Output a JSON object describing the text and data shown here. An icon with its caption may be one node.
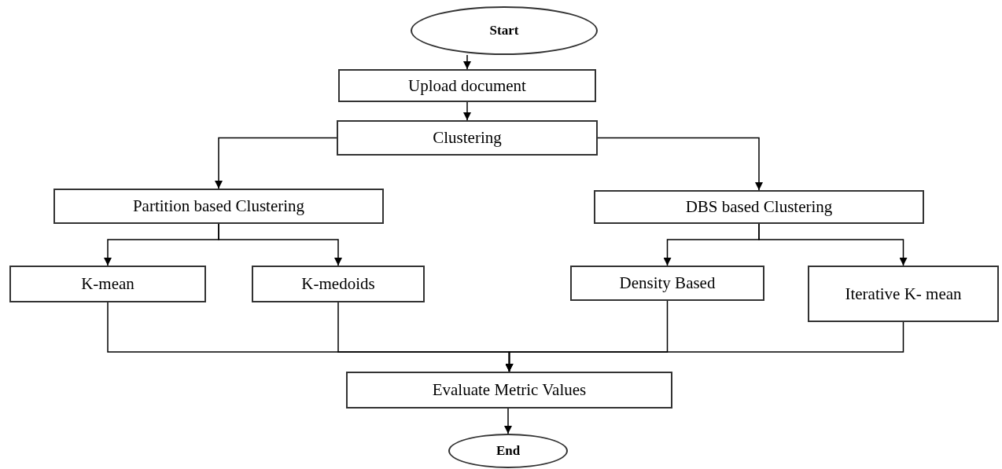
{
  "diagram": {
    "nodes": [
      {
        "text": [
          "Start"
        ]
      },
      {
        "text": [
          "Upload document"
        ]
      },
      {
        "text": [
          "Clustering"
        ]
      },
      {
        "text": [
          "Partition based Clustering"
        ]
      },
      {
        "text": [
          "DBS based Clustering"
        ]
      },
      {
        "text": [
          "K-mean"
        ]
      },
      {
        "text": [
          "K-medoids"
        ]
      },
      {
        "text": [
          "Density Based"
        ]
      },
      {
        "text": [
          "Iterative K- mean"
        ]
      },
      {
        "text": [
          "Evaluate Metric Values"
        ]
      },
      {
        "text": [
          "End"
        ]
      }
    ],
    "edges": [
      {
        "from": 0,
        "to": 1,
        "arrow": "to"
      },
      {
        "from": 1,
        "to": 2,
        "arrow": "to"
      },
      {
        "from": 2,
        "to": 3,
        "arrow": "to"
      },
      {
        "from": 2,
        "to": 4,
        "arrow": "to"
      },
      {
        "from": 3,
        "to": 5,
        "arrow": "to"
      },
      {
        "from": 3,
        "to": 6,
        "arrow": "to"
      },
      {
        "from": 4,
        "to": 7,
        "arrow": "to"
      },
      {
        "from": 4,
        "to": 8,
        "arrow": "to"
      },
      {
        "from": 5,
        "to": 9,
        "arrow": "to"
      },
      {
        "from": 6,
        "to": 9,
        "arrow": "to"
      },
      {
        "from": 7,
        "to": 9,
        "arrow": "to"
      },
      {
        "from": 8,
        "to": 9,
        "arrow": "to"
      },
      {
        "from": 9,
        "to": 10,
        "arrow": "to"
      }
    ]
  }
}
